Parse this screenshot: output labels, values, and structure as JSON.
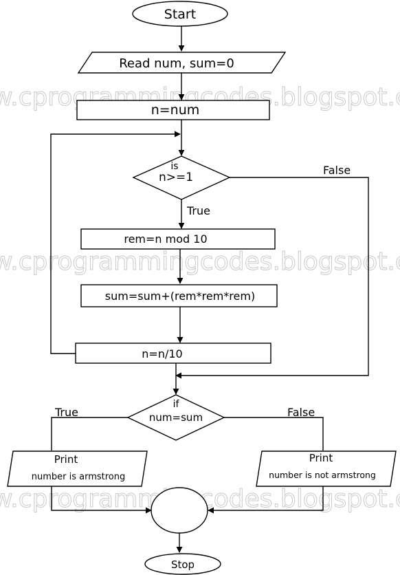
{
  "watermark": "www.cprogrammingcodes.blogspot.com",
  "nodes": {
    "start": "Start",
    "read": "Read num, sum=0",
    "init": "n=num",
    "cond1_line1": "is",
    "cond1_line2": "n>=1",
    "rem": "rem=n mod 10",
    "sum": "sum=sum+(rem*rem*rem)",
    "div": "n=n/10",
    "cond2_line1": "if",
    "cond2_line2": "num=sum",
    "print_yes_line1": "Print",
    "print_yes_line2": "number is armstrong",
    "print_no_line1": "Print",
    "print_no_line2": "number is not armstrong",
    "stop": "Stop"
  },
  "edges": {
    "cond1_true": "True",
    "cond1_false": "False",
    "cond2_true": "True",
    "cond2_false": "False"
  }
}
